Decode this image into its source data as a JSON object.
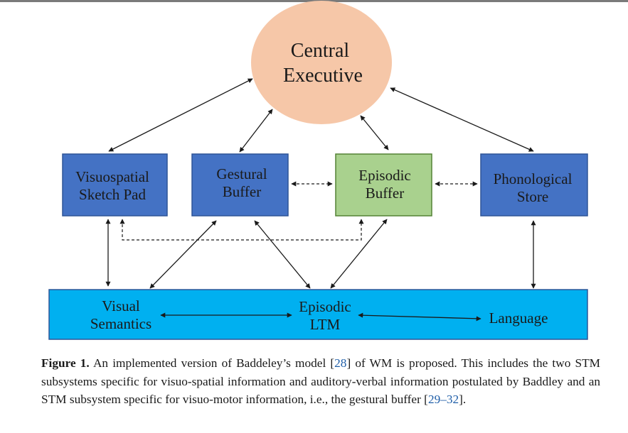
{
  "nodes": {
    "central_executive": {
      "lines": [
        "Central",
        "Executive"
      ],
      "fill": "#f6c7a8"
    },
    "visuospatial": {
      "lines": [
        "Visuospatial",
        "Sketch Pad"
      ],
      "fill": "#4472c4"
    },
    "gestural": {
      "lines": [
        "Gestural",
        "Buffer"
      ],
      "fill": "#4472c4"
    },
    "episodic_buffer": {
      "lines": [
        "Episodic",
        "Buffer"
      ],
      "fill": "#a9d18e"
    },
    "phonological": {
      "lines": [
        "Phonological",
        "Store"
      ],
      "fill": "#4472c4"
    },
    "ltm": {
      "fill": "#00b0f0",
      "visual_semantics": [
        "Visual",
        "Semantics"
      ],
      "episodic_ltm": [
        "Episodic",
        "LTM"
      ],
      "language": "Language"
    }
  },
  "caption": {
    "label": "Figure 1.",
    "text_1": " An implemented version of Baddeley’s model [",
    "ref_1": "28",
    "text_2": "] of WM is proposed.  This includes the two STM subsystems specific for visuo-spatial information and auditory-verbal information postulated by Baddley and an STM subsystem specific for visuo-motor information, i.e., the gestural buffer [",
    "ref_2": "29–32",
    "text_3": "]."
  }
}
